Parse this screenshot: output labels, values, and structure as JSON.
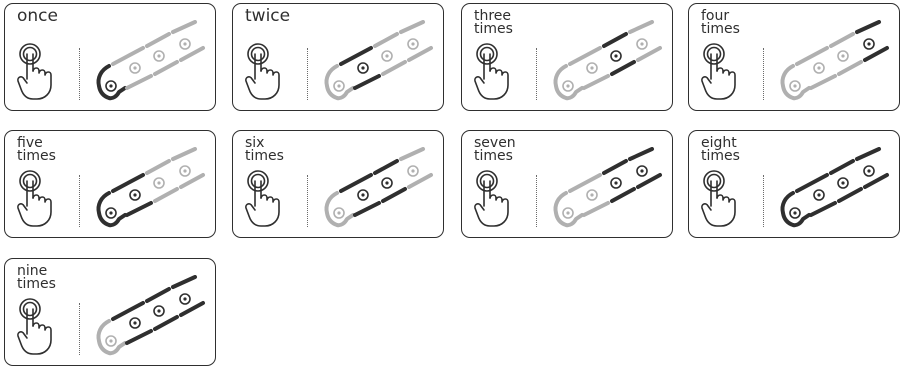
{
  "colors": {
    "active": "#2f2f2f",
    "inactive": "#b0b0b0",
    "border": "#2f2f2f"
  },
  "icons": {
    "press": "finger-press-hand-icon",
    "leg": "leg-cuff-icon"
  },
  "cards": [
    {
      "label": "once",
      "active": [
        0
      ]
    },
    {
      "label": "twice",
      "active": [
        1
      ]
    },
    {
      "label": "three\ntimes",
      "active": [
        2
      ]
    },
    {
      "label": "four\ntimes",
      "active": [
        3
      ]
    },
    {
      "label": "five\ntimes",
      "active": [
        0,
        1
      ]
    },
    {
      "label": "six\ntimes",
      "active": [
        1,
        2
      ]
    },
    {
      "label": "seven\ntimes",
      "active": [
        2,
        3
      ]
    },
    {
      "label": "eight\ntimes",
      "active": [
        0,
        1,
        2,
        3
      ]
    },
    {
      "label": "nine\ntimes",
      "active": [
        1,
        2,
        3
      ]
    }
  ]
}
